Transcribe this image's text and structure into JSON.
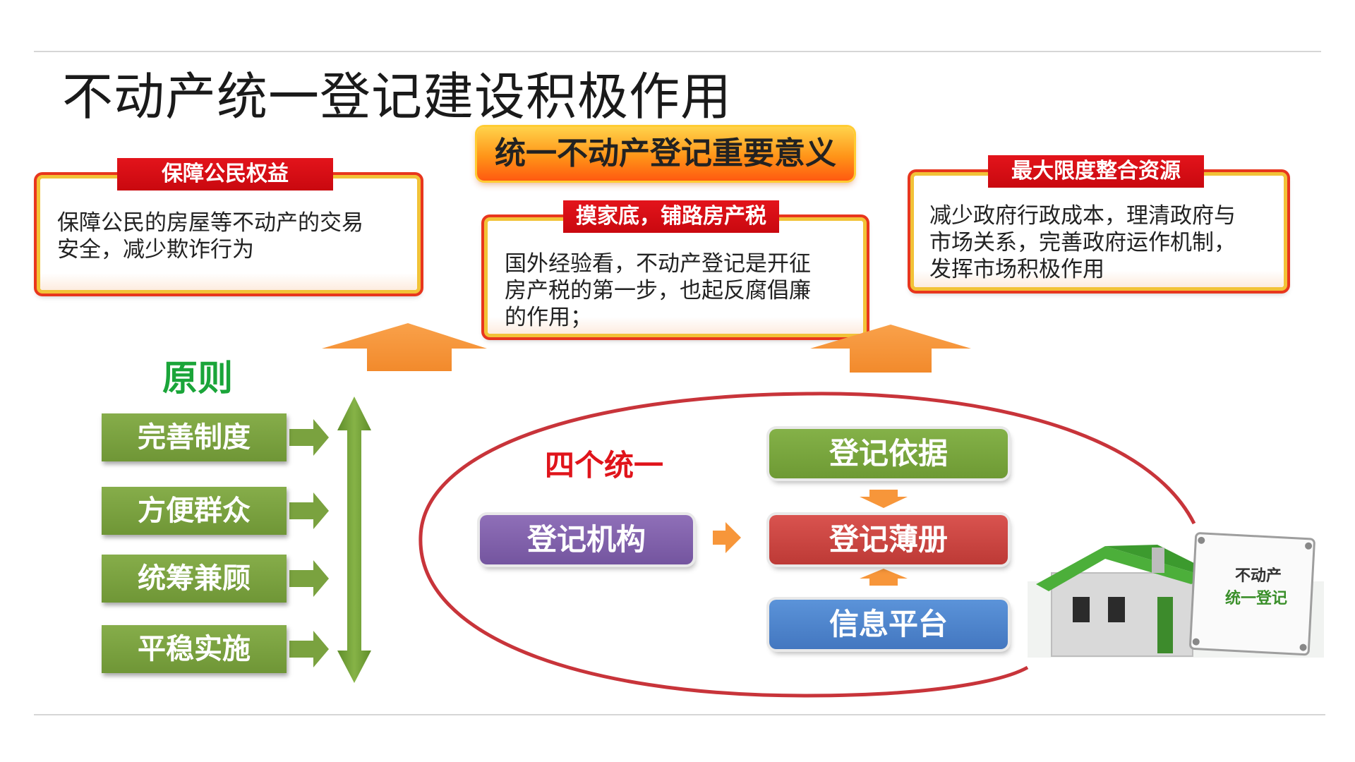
{
  "page": {
    "title": "不动产统一登记建设积极作用"
  },
  "center_banner": {
    "label": "统一不动产登记重要意义"
  },
  "boxes": {
    "left": {
      "tag": "保障公民权益",
      "lines": [
        "保障公民的房屋等不动产的交易",
        "安全，减少欺诈行为"
      ]
    },
    "middle": {
      "tag": "摸家底，铺路房产税",
      "lines": [
        "国外经验看，不动产登记是开征",
        "房产税的第一步，也起反腐倡廉",
        "的作用；"
      ]
    },
    "right": {
      "tag": "最大限度整合资源",
      "lines": [
        "减少政府行政成本，理清政府与",
        "市场关系，完善政府运作机制，",
        "发挥市场积极作用"
      ]
    }
  },
  "principles": {
    "title": "原则",
    "items": [
      "完善制度",
      "方便群众",
      "统筹兼顾",
      "平稳实施"
    ]
  },
  "four_unified": {
    "title": "四个统一",
    "agency": "登记机构",
    "basis": "登记依据",
    "register": "登记薄册",
    "platform": "信息平台"
  },
  "house_sign": {
    "line1": "不动产",
    "line2": "统一登记"
  },
  "colors": {
    "red_tag": "#d7101a",
    "box_border_gold": "#f2c237",
    "box_border_red": "#e8361d",
    "principle_green": "#1aa539",
    "item_green": "#7aa23f",
    "arrow_orange": "#f7963a",
    "ellipse_red": "#c8343a",
    "pill_green": "#77a33c",
    "pill_red": "#cc4642",
    "pill_blue": "#4f86cc",
    "pill_purple": "#8163ab"
  }
}
